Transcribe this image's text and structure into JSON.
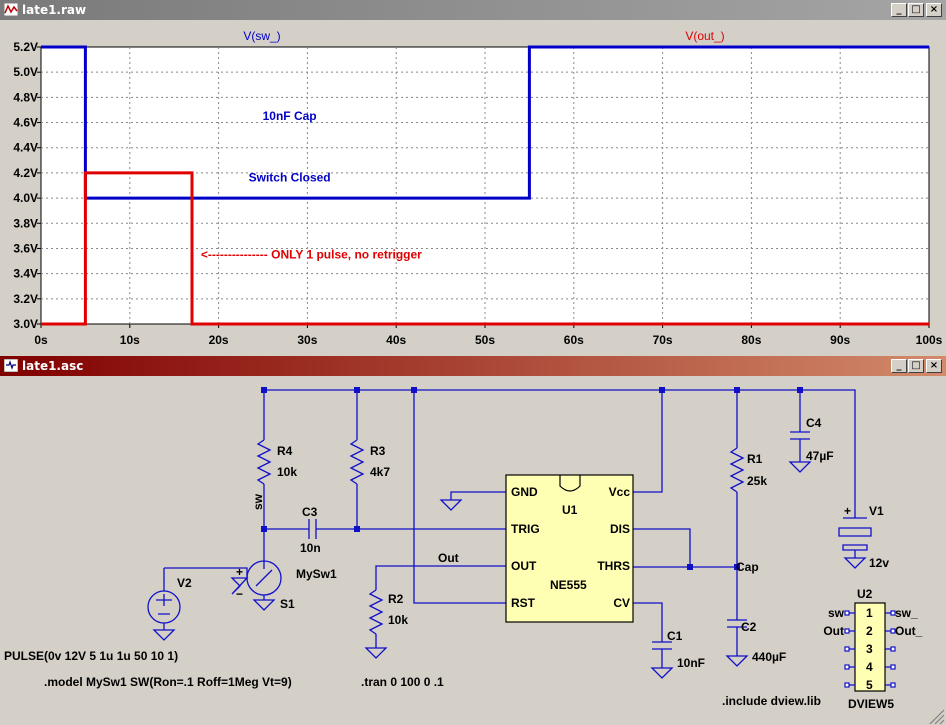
{
  "plot_window": {
    "title": "late1.raw",
    "buttons": {
      "minimize": "_",
      "maximize": "□",
      "close": "×"
    }
  },
  "schematic_window": {
    "title": "late1.asc",
    "buttons": {
      "minimize": "_",
      "maximize": "□",
      "close": "×"
    }
  },
  "chart_data": {
    "type": "line",
    "title": "",
    "xlabel": "",
    "ylabel": "",
    "xlim": [
      0,
      100
    ],
    "ylim": [
      3.0,
      5.2
    ],
    "x_ticks": [
      "0s",
      "10s",
      "20s",
      "30s",
      "40s",
      "50s",
      "60s",
      "70s",
      "80s",
      "90s",
      "100s"
    ],
    "y_ticks": [
      "3.0V",
      "3.2V",
      "3.4V",
      "3.6V",
      "3.8V",
      "4.0V",
      "4.2V",
      "4.4V",
      "4.6V",
      "4.8V",
      "5.0V",
      "5.2V"
    ],
    "grid": true,
    "series": [
      {
        "name": "V(sw_)",
        "color": "#0000c8",
        "points": [
          [
            0,
            5.2
          ],
          [
            5,
            5.2
          ],
          [
            5,
            4.0
          ],
          [
            55,
            4.0
          ],
          [
            55,
            5.2
          ],
          [
            100,
            5.2
          ]
        ]
      },
      {
        "name": "V(out_)",
        "color": "#e00000",
        "points": [
          [
            0,
            3.0
          ],
          [
            5,
            3.0
          ],
          [
            5,
            4.2
          ],
          [
            17,
            4.2
          ],
          [
            17,
            3.0
          ],
          [
            100,
            3.0
          ]
        ]
      }
    ],
    "annotations": [
      {
        "text": "10nF Cap",
        "x": 28,
        "y": 4.62,
        "color": "#0000c8"
      },
      {
        "text": "Switch Closed",
        "x": 28,
        "y": 4.13,
        "color": "#0000c8"
      },
      {
        "text": "<--------------- ONLY 1 pulse, no retrigger",
        "x": 18,
        "y": 3.52,
        "color": "#e00000"
      }
    ]
  },
  "schematic": {
    "components": {
      "r4": {
        "ref": "R4",
        "value": "10k"
      },
      "r3": {
        "ref": "R3",
        "value": "4k7"
      },
      "r1": {
        "ref": "R1",
        "value": "25k"
      },
      "r2": {
        "ref": "R2",
        "value": "10k"
      },
      "c3": {
        "ref": "C3",
        "value": "10n"
      },
      "c4": {
        "ref": "C4",
        "value": "47µF"
      },
      "c1": {
        "ref": "C1",
        "value": "10nF"
      },
      "c2": {
        "ref": "C2",
        "value": "440µF"
      },
      "v1": {
        "ref": "V1",
        "value": "12v"
      },
      "v2": {
        "ref": "V2"
      },
      "s1": {
        "ref": "S1",
        "model": "MySw1"
      },
      "u1": {
        "ref": "U1",
        "value": "NE555",
        "pins": {
          "gnd": "GND",
          "vcc": "Vcc",
          "trig": "TRIG",
          "dis": "DIS",
          "out": "OUT",
          "thrs": "THRS",
          "rst": "RST",
          "cv": "CV"
        }
      },
      "u2": {
        "ref": "U2",
        "value": "DVIEW5",
        "pins": [
          "1",
          "2",
          "3",
          "4",
          "5"
        ],
        "left_labels": [
          "sw",
          "Out"
        ],
        "right_labels": [
          "sw_",
          "Out_"
        ]
      }
    },
    "net_labels": {
      "sw": "sw",
      "out": "Out",
      "cap": "Cap"
    },
    "signs": {
      "plus": "+",
      "minus": "−"
    },
    "directives": {
      "pulse": "PULSE(0v 12V 5 1u 1u 50 10 1)",
      "model": ".model MySw1  SW(Ron=.1 Roff=1Meg Vt=9)",
      "tran": ".tran 0 100 0 .1",
      "include": ".include dview.lib"
    }
  }
}
